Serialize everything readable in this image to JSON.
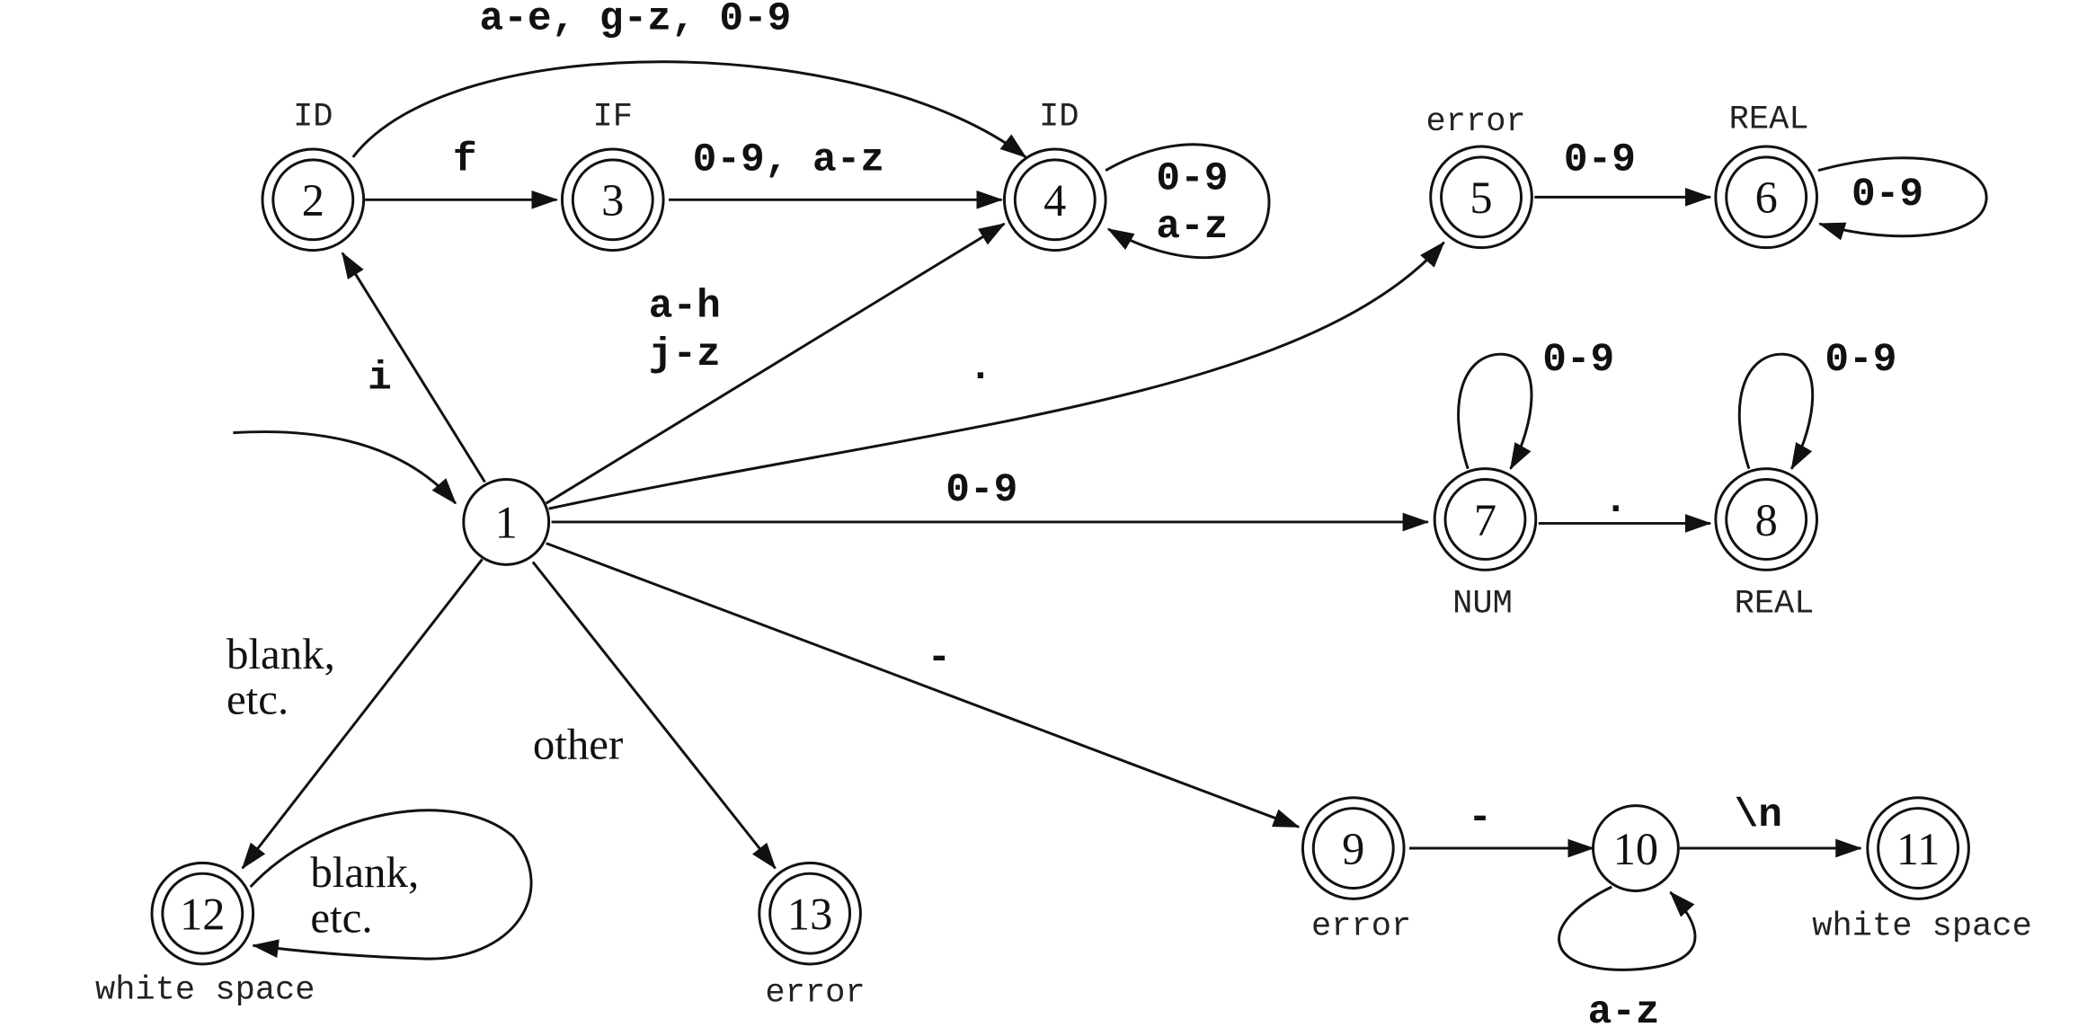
{
  "states": [
    {
      "id": "1",
      "accepting": false,
      "token": ""
    },
    {
      "id": "2",
      "accepting": true,
      "token": "ID"
    },
    {
      "id": "3",
      "accepting": true,
      "token": "IF"
    },
    {
      "id": "4",
      "accepting": true,
      "token": "ID"
    },
    {
      "id": "5",
      "accepting": true,
      "token": "error"
    },
    {
      "id": "6",
      "accepting": true,
      "token": "REAL"
    },
    {
      "id": "7",
      "accepting": true,
      "token": "NUM"
    },
    {
      "id": "8",
      "accepting": true,
      "token": "REAL"
    },
    {
      "id": "9",
      "accepting": true,
      "token": "error"
    },
    {
      "id": "10",
      "accepting": false,
      "token": ""
    },
    {
      "id": "11",
      "accepting": true,
      "token": "white space"
    },
    {
      "id": "12",
      "accepting": true,
      "token": "white space"
    },
    {
      "id": "13",
      "accepting": true,
      "token": "error"
    }
  ],
  "edges": {
    "e2_4": {
      "from": "2",
      "to": "4",
      "label": "a-e, g-z, 0-9"
    },
    "e2_3": {
      "from": "2",
      "to": "3",
      "label": "f"
    },
    "e3_4": {
      "from": "3",
      "to": "4",
      "label": "0-9, a-z"
    },
    "e4_4": {
      "from": "4",
      "to": "4",
      "label": [
        "0-9",
        "a-z"
      ]
    },
    "e1_4": {
      "from": "1",
      "to": "4",
      "label": [
        "a-h",
        "j-z"
      ]
    },
    "e1_2": {
      "from": "1",
      "to": "2",
      "label": "i"
    },
    "e1_5": {
      "from": "1",
      "to": "5",
      "label": "."
    },
    "e1_7": {
      "from": "1",
      "to": "7",
      "label": "0-9"
    },
    "e5_6": {
      "from": "5",
      "to": "6",
      "label": "0-9"
    },
    "e6_6": {
      "from": "6",
      "to": "6",
      "label": "0-9"
    },
    "e7_7": {
      "from": "7",
      "to": "7",
      "label": "0-9"
    },
    "e8_8": {
      "from": "8",
      "to": "8",
      "label": "0-9"
    },
    "e7_8": {
      "from": "7",
      "to": "8",
      "label": "."
    },
    "e1_9": {
      "from": "1",
      "to": "9",
      "label": "-"
    },
    "e9_10": {
      "from": "9",
      "to": "10",
      "label": "-"
    },
    "e10_11": {
      "from": "10",
      "to": "11",
      "label": "\\n"
    },
    "e10_10": {
      "from": "10",
      "to": "10",
      "label": "a-z"
    },
    "e1_12": {
      "from": "1",
      "to": "12",
      "label": [
        "blank,",
        "etc."
      ]
    },
    "e1_13": {
      "from": "1",
      "to": "13",
      "label": "other"
    },
    "e12_12": {
      "from": "12",
      "to": "12",
      "label": [
        "blank,",
        "etc."
      ]
    }
  }
}
